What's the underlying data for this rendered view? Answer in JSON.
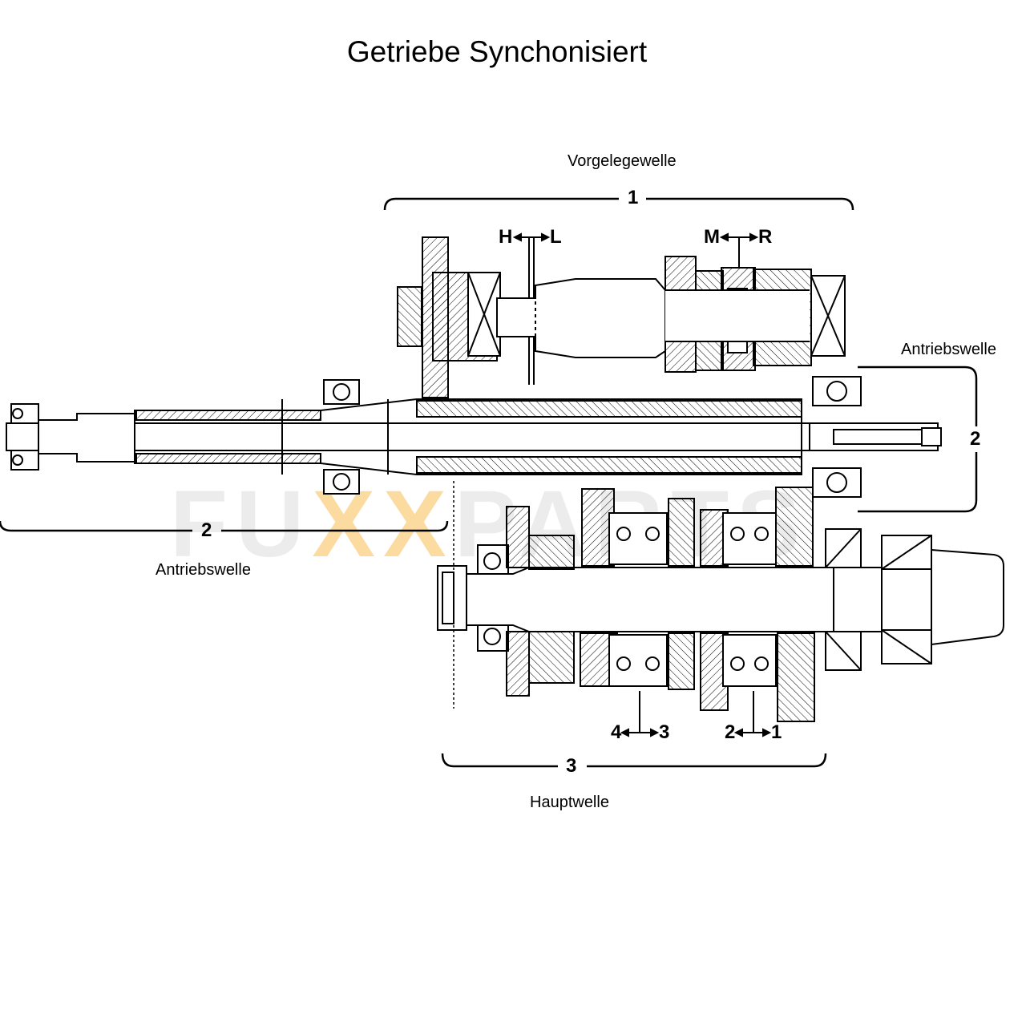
{
  "title": "Getriebe Synchonisiert",
  "labels": {
    "vorgelegewelle": "Vorgelegewelle",
    "antriebswelle_right": "Antriebswelle",
    "antriebswelle_left": "Antriebswelle",
    "hauptwelle": "Hauptwelle"
  },
  "callouts": {
    "num_1": "1",
    "num_2_right": "2",
    "num_2_left": "2",
    "num_3": "3",
    "shift_H": "H",
    "shift_L": "L",
    "shift_M": "M",
    "shift_R": "R",
    "shift_4": "4",
    "shift_3": "3",
    "shift_2": "2",
    "shift_1": "1"
  },
  "watermark": {
    "part1": "FU",
    "part2": "XX",
    "part3": "PARTS"
  }
}
